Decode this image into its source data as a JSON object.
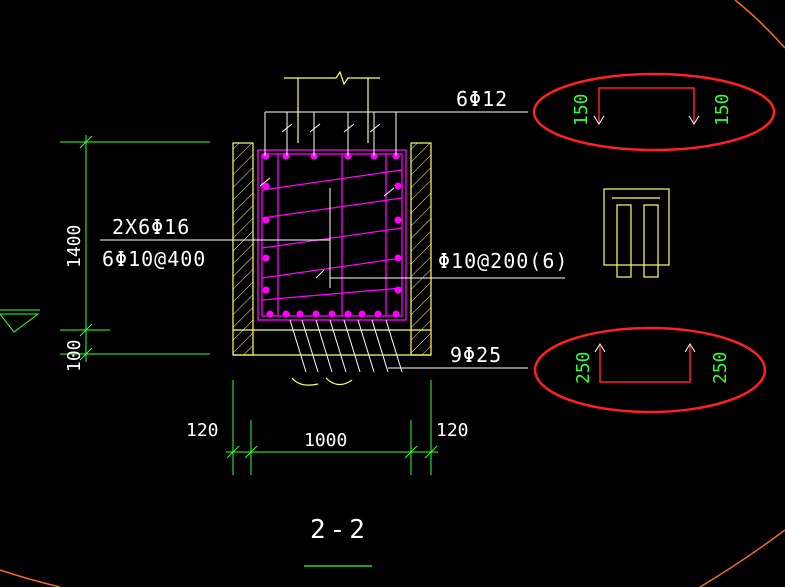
{
  "labels": {
    "top_bars": "6Φ12",
    "side_bars": "2X6Φ16",
    "side_stirrups": "6Φ10@400",
    "stirrup": "Φ10@200(6)",
    "bottom_bars": "9Φ25",
    "section_title": "2-2"
  },
  "dimensions": {
    "height_main": "1400",
    "height_base": "100",
    "wall_left": "120",
    "width_main": "1000",
    "wall_right": "120"
  },
  "callouts": {
    "top_hook_left": "150",
    "top_hook_right": "150",
    "bottom_hook_left": "250",
    "bottom_hook_right": "250"
  },
  "colors": {
    "background": "#000000",
    "rebar": "#ff00ff",
    "wall": "#ffff66",
    "dimension": "#33ff33",
    "leader": "#ffffff",
    "highlight": "#ff2020",
    "frame": "#ff6a1a"
  }
}
